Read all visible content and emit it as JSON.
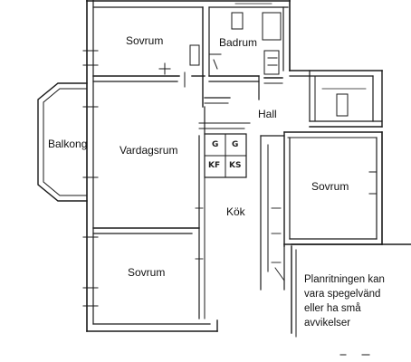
{
  "rooms": {
    "sovrum_top": "Sovrum",
    "badrum": "Badrum",
    "hall": "Hall",
    "balkong": "Balkong",
    "vardagsrum": "Vardagsrum",
    "sovrum_right": "Sovrum",
    "kok": "Kök",
    "sovrum_bottom": "Sovrum"
  },
  "note": {
    "lines": [
      "Planritningen kan",
      "vara spegelvänd",
      "eller ha små",
      "avvikelser"
    ]
  },
  "fixtures": {
    "g1": "G",
    "g2": "G",
    "kf": "KF",
    "ks": "KS"
  }
}
